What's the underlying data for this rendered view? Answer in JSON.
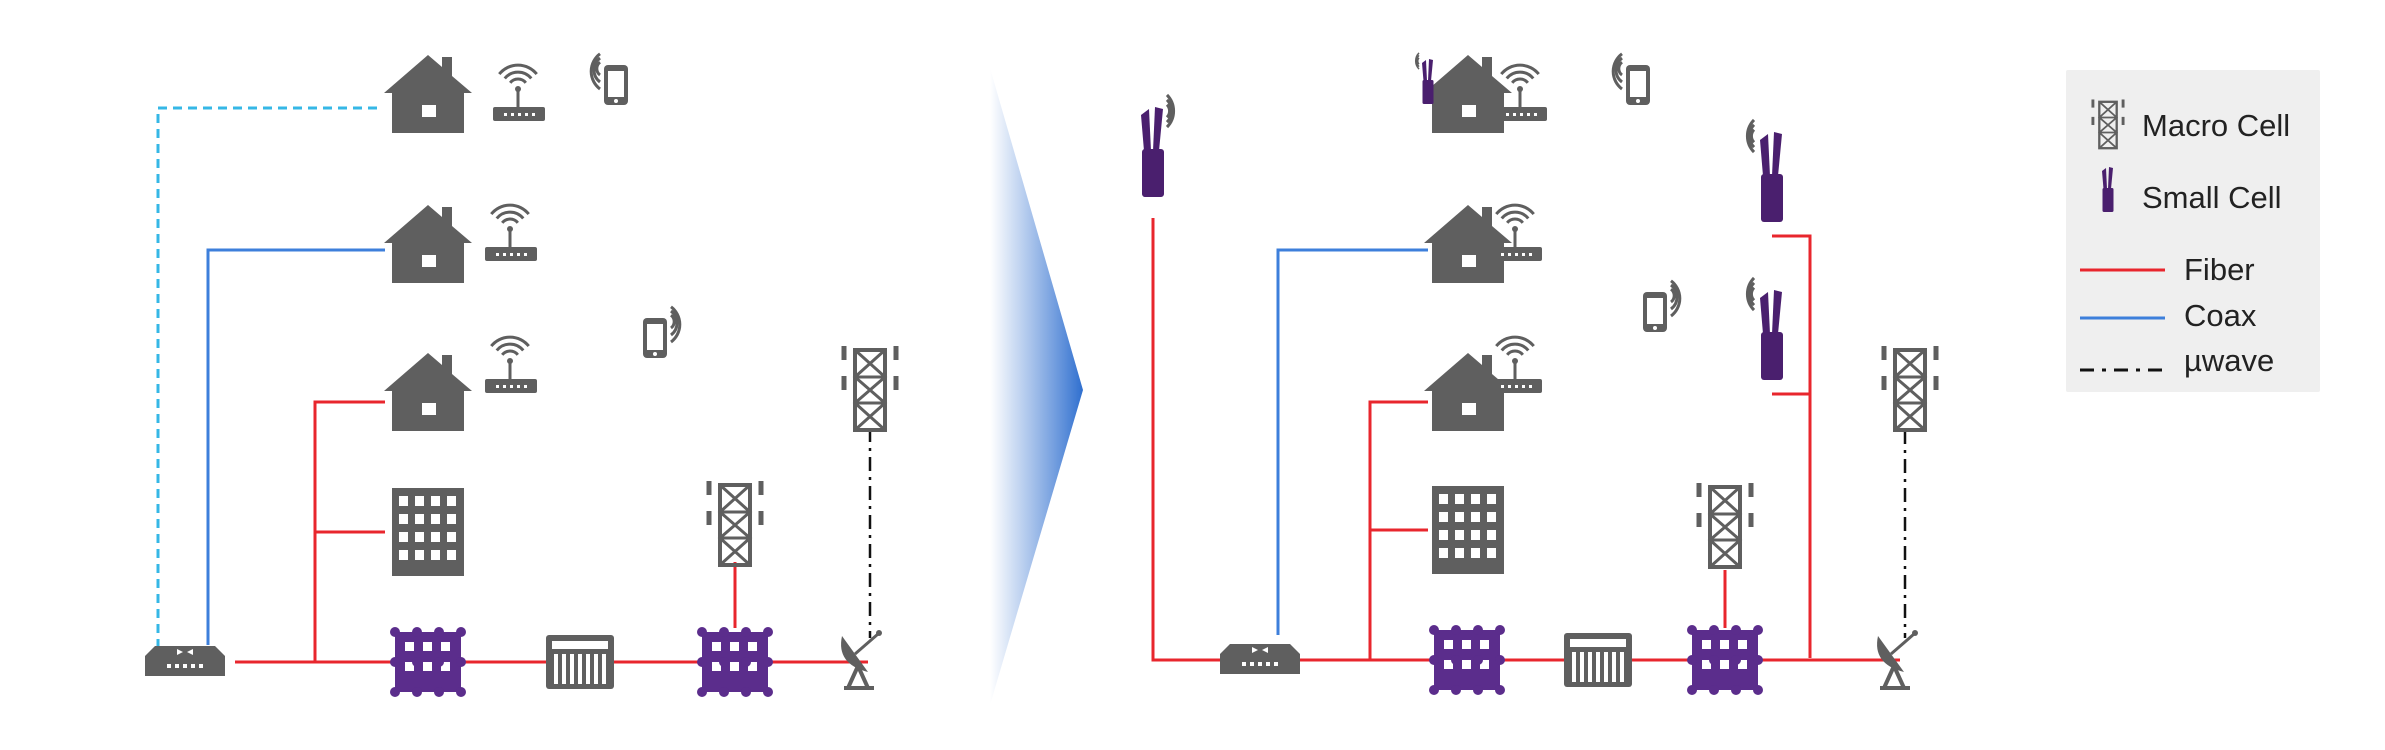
{
  "colors": {
    "fiber": "#e8262d",
    "coax": "#3d7fdb",
    "copper_dashed": "#35b7e6",
    "microwave": "#111111",
    "equipment_gray": "#5f5f5f",
    "small_cell": "#4a1f6e",
    "router_purple": "#5b2d8c",
    "legend_bg": "#efefef",
    "arrow_gradient_start": "#2f6fcf"
  },
  "icons": {
    "house": "house-icon",
    "wifi_router": "wifi-router-icon",
    "phone": "phone-signal-icon",
    "building": "office-building-icon",
    "macro_cell": "macro-cell-tower-icon",
    "small_cell": "small-cell-icon",
    "router": "aggregation-router-icon",
    "olt": "olt-chassis-icon",
    "switch": "cable-headend-icon",
    "dish": "satellite-dish-icon"
  },
  "legend": {
    "items": [
      {
        "label": "Macro Cell",
        "kind": "macro-cell"
      },
      {
        "label": "Small Cell",
        "kind": "small-cell"
      },
      {
        "label": "Fiber",
        "kind": "fiber"
      },
      {
        "label": "Coax",
        "kind": "coax"
      },
      {
        "label": "µwave",
        "kind": "microwave"
      }
    ]
  }
}
